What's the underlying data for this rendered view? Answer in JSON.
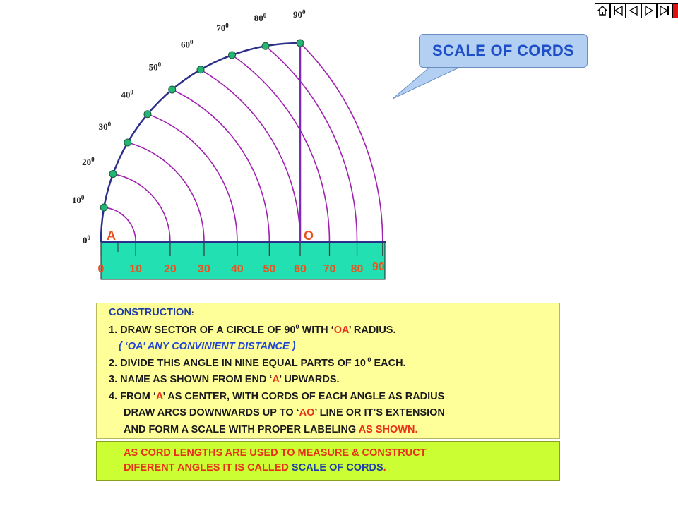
{
  "nav": {
    "buttons": [
      {
        "name": "home-button",
        "icon": "home-icon"
      },
      {
        "name": "first-slide-button",
        "icon": "first-icon"
      },
      {
        "name": "prev-slide-button",
        "icon": "prev-icon"
      },
      {
        "name": "next-slide-button",
        "icon": "next-icon"
      },
      {
        "name": "last-slide-button",
        "icon": "last-icon"
      },
      {
        "name": "exit-button",
        "icon": "exit-icon"
      }
    ]
  },
  "callout": {
    "title": "SCALE OF CORDS"
  },
  "diagram": {
    "sector_angle_deg": 90,
    "divisions": 9,
    "angle_labels": [
      "0",
      "10",
      "20",
      "30",
      "40",
      "50",
      "60",
      "70",
      "80",
      "90"
    ],
    "degree_sup": "0",
    "point_a": "A",
    "point_o": "O",
    "scale_labels": [
      "0",
      "10",
      "20",
      "30",
      "40",
      "50",
      "60",
      "70",
      "80",
      "90"
    ],
    "colors": {
      "sector": "#2c2f8a",
      "arcs": "#a020b0",
      "points": "#22b573",
      "scale_fill": "#22e0b2",
      "label_text": "#e8531f",
      "point_text": "#e8531f"
    }
  },
  "construction": {
    "title": "CONSTRUCTION",
    "colon": ":",
    "step1_a": "1. DRAW SECTOR OF A CIRCLE OF 90",
    "step1_sup": "0",
    "step1_b": " WITH ‘",
    "step1_oa": "OA",
    "step1_c": "’ RADIUS.",
    "note_a": "( ‘",
    "note_oa": "OA",
    "note_b": "’ ANY CONVINIENT DISTANCE )",
    "step2_a": "2. DIVIDE THIS ANGLE IN NINE EQUAL PARTS OF 10",
    "step2_sup": " 0",
    "step2_b": " EACH.",
    "step3_a": "3. NAME AS SHOWN FROM END ‘",
    "step3_A": "A",
    "step3_b": "’ UPWARDS.",
    "step4_a": "4. FROM ‘",
    "step4_A": "A",
    "step4_b": "’ AS CENTER, WITH CORDS OF EACH ANGLE AS RADIUS",
    "step4_l2a": "DRAW ARCS DOWNWARDS UP TO ‘",
    "step4_l2ao": "AO",
    "step4_l2b": "’ LINE OR IT’S EXTENSION",
    "step4_l3a": "AND FORM A SCALE WITH PROPER LABELING ",
    "step4_l3b": "AS SHOWN."
  },
  "summary": {
    "line1": "AS CORD LENGTHS ARE USED TO MEASURE & CONSTRUCT",
    "line2_a": "DIFERENT ANGLES IT IS CALLED ",
    "line2_b": "SCALE OF CORDS",
    "line2_c": "."
  }
}
